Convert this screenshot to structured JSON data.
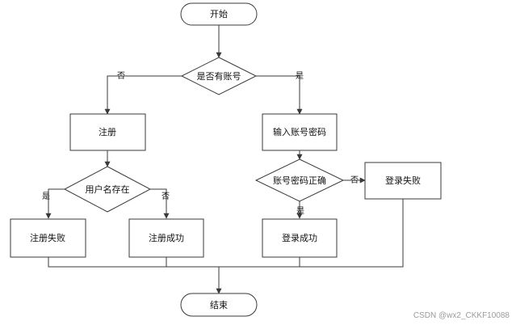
{
  "diagram": {
    "nodes": {
      "start": "开始",
      "has_account": "是否有账号",
      "register": "注册",
      "input_credentials": "输入账号密码",
      "username_exists": "用户名存在",
      "credentials_correct": "账号密码正确",
      "login_fail": "登录失败",
      "register_fail": "注册失败",
      "register_success": "注册成功",
      "login_success": "登录成功",
      "end": "结束"
    },
    "edges": {
      "has_account_no": "否",
      "has_account_yes": "是",
      "username_exists_yes": "是",
      "username_exists_no": "否",
      "credentials_correct_no": "否",
      "credentials_correct_yes": "是"
    }
  },
  "watermark": "CSDN @wx2_CKKF10088"
}
